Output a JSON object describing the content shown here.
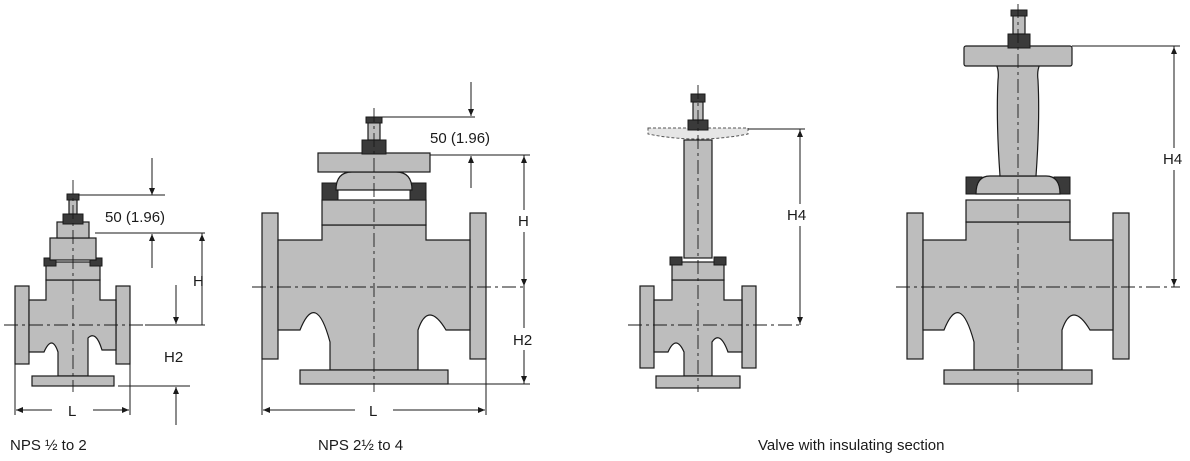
{
  "views": [
    {
      "caption": "NPS ½ to 2",
      "dims": {
        "top_offset": "50 (1.96)",
        "height": "H",
        "lower_height": "H2",
        "length": "L"
      }
    },
    {
      "caption": "NPS 2½ to 4",
      "dims": {
        "top_offset": "50 (1.96)",
        "height": "H",
        "lower_height": "H2",
        "length": "L"
      }
    },
    {
      "caption": "Valve with insulating section",
      "dims_small": {
        "height": "H4"
      },
      "dims_large": {
        "height": "H4"
      }
    }
  ],
  "colors": {
    "body": "#bdbdbd",
    "line": "#1a1a1a",
    "dark_parts": "#3a3a3a"
  }
}
